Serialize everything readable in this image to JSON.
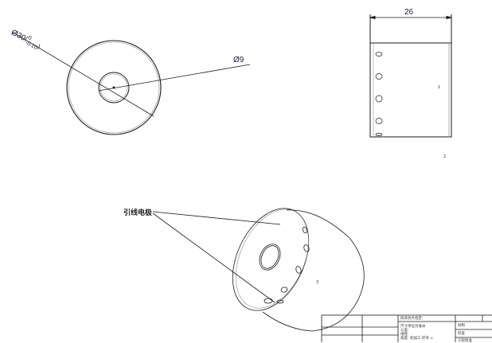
{
  "drawing": {
    "front_view": {
      "outer_diameter_label": "Ø30",
      "tolerance_upper": "0",
      "tolerance_lower": "-0.10",
      "inner_diameter_label": "Ø9"
    },
    "side_view": {
      "length_label": "26",
      "center_mark": "1",
      "note_mark": "2"
    },
    "iso_view": {
      "callout_label": "引线电极",
      "center_mark": "3"
    },
    "title_block": {
      "unless_specified": "除非另外指定:",
      "units_note": "尺寸单位为毫米",
      "tolerance": "公差:",
      "linear": "线性:",
      "angular": "角度: 机加工   折弯 ±",
      "drawn": "绘制",
      "checked": "检查",
      "eng_approval": "工程批准"
    },
    "colors": {
      "line": "#1a1a1a",
      "dimension_text": "#1a1a40",
      "accent_text": "#3a5fc4"
    }
  }
}
